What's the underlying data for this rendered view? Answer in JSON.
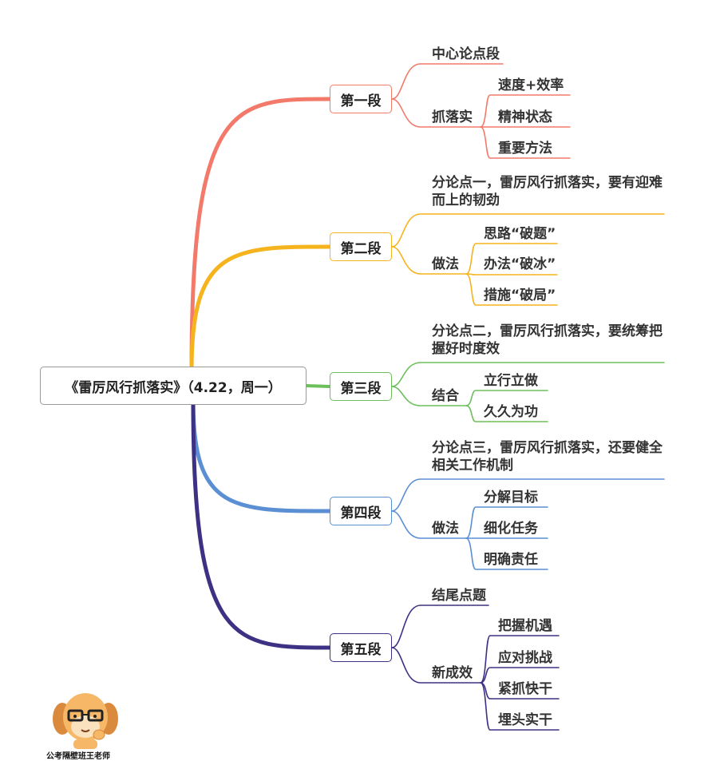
{
  "colors": {
    "s1": "#f37a6b",
    "s2": "#f5b41d",
    "s3": "#6cbf5b",
    "s4": "#5b8fd4",
    "s5": "#3d3184"
  },
  "root": {
    "label": "《雷厉风行抓落实》（4.22，周一）"
  },
  "sections": [
    {
      "label": "第一段",
      "topic": "中心论点段",
      "sub_label": "抓落实",
      "items": [
        "速度+效率",
        "精神状态",
        "重要方法"
      ]
    },
    {
      "label": "第二段",
      "topic": "分论点一，雷厉风行抓落实，要有迎难而上的韧劲",
      "sub_label": "做法",
      "items": [
        "思路“破题”",
        "办法“破冰”",
        "措施“破局”"
      ]
    },
    {
      "label": "第三段",
      "topic": "分论点二，雷厉风行抓落实，要统筹把握好时度效",
      "sub_label": "结合",
      "items": [
        "立行立做",
        "久久为功"
      ]
    },
    {
      "label": "第四段",
      "topic": "分论点三，雷厉风行抓落实，还要健全相关工作机制",
      "sub_label": "做法",
      "items": [
        "分解目标",
        "细化任务",
        "明确责任"
      ]
    },
    {
      "label": "第五段",
      "topic": "结尾点题",
      "sub_label": "新成效",
      "items": [
        "把握机遇",
        "应对挑战",
        "紧抓快干",
        "埋头实干"
      ]
    }
  ],
  "logo": {
    "text": "公考隔壁班王老师"
  }
}
